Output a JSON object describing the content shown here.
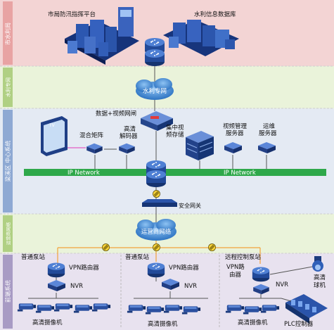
{
  "zones": {
    "city": "市水利局",
    "private_net": "水利专网",
    "center": "梁溪区 中心系统",
    "operator": "运营商网络",
    "front": "前端系统"
  },
  "nodes": {
    "city_platform": "市局防汛指挥平台",
    "water_db": "水利信息数据库",
    "water_cloud": "水利专网",
    "data_video_gw": "数据+视频网闸",
    "mixing_matrix": "混合矩阵",
    "hd_decoder_l1": "高清",
    "hd_decoder_l2": "解码器",
    "central_storage_l1": "集中视",
    "central_storage_l2": "频存储",
    "video_mgmt_l1": "视频管理",
    "video_mgmt_l2": "服务器",
    "ops_l1": "运维",
    "ops_l2": "服务器",
    "ip_network_left": "IP Network",
    "ip_network_right": "IP Network",
    "security_gateway": "安全网关",
    "operator_cloud": "运营商网络"
  },
  "stations": [
    {
      "name": "普通泵站",
      "router": "VPN路由器",
      "nvr": "NVR",
      "cams": "高清摄像机"
    },
    {
      "name": "普通泵站",
      "router": "VPN路由器",
      "nvr": "NVR",
      "cams": "高清摄像机"
    },
    {
      "name": "远程控制泵站",
      "router_l1": "VPN路",
      "router_l2": "由器",
      "nvr": "NVR",
      "cams": "高清摄像机",
      "ball_l1": "高清",
      "ball_l2": "球机",
      "plc": "PLC控制器"
    }
  ],
  "colors": {
    "city_band": "#f3d4d4",
    "city_side": "#e8a3a3",
    "green_band": "#eaf3da",
    "green_side": "#b0d083",
    "blue_band": "#e4eaf3",
    "blue_side": "#8ea9d3",
    "front_band": "#e8e2ef",
    "front_side": "#a89bc4",
    "ip_bar": "#2ea84a",
    "cloud": "#4a8fd6",
    "link_orange": "#f2a23a"
  }
}
